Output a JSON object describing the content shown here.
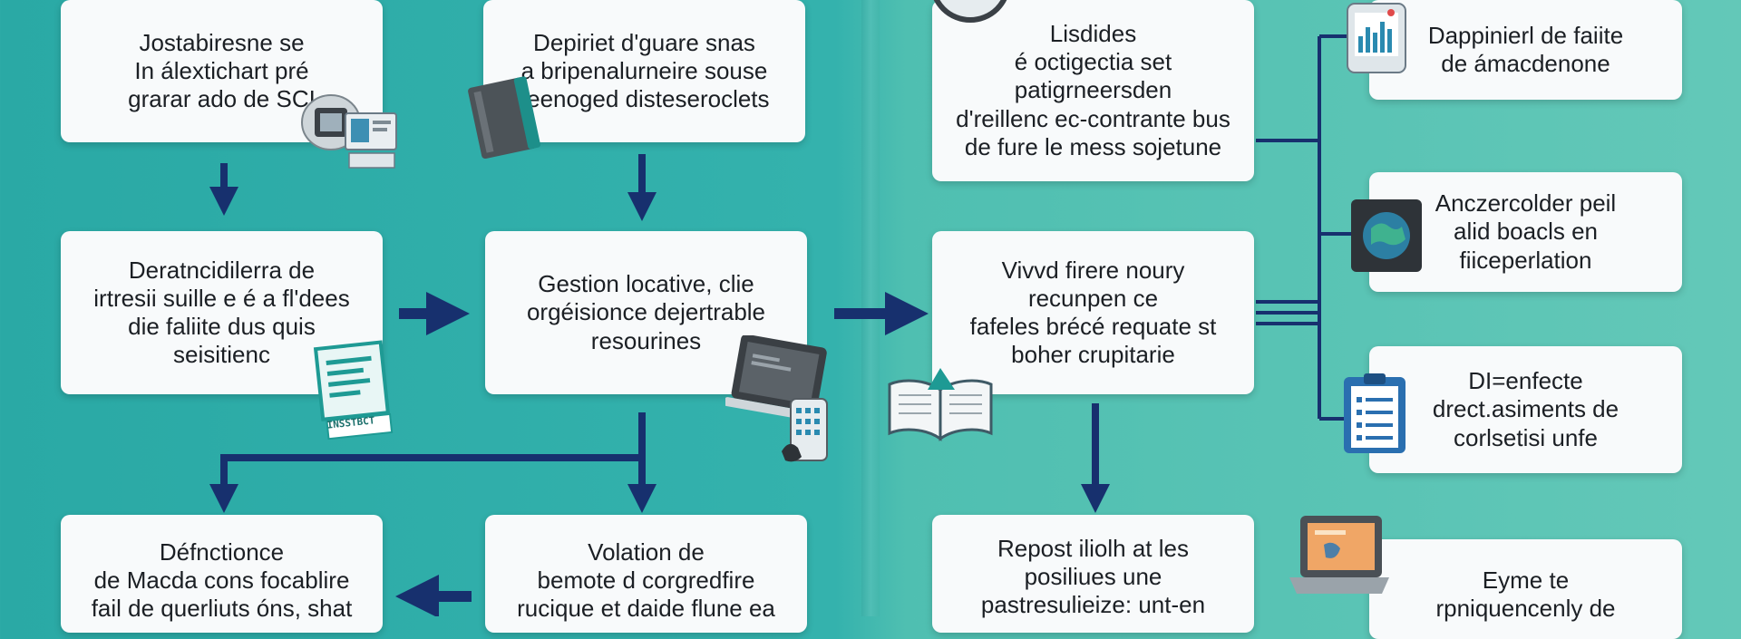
{
  "boxes": {
    "b1": [
      "Jostabiresne se",
      "In álextichart pré",
      "grarar ado de SCI"
    ],
    "b2": [
      "Depiriet d'guare snas",
      "a bripenalurneire souse",
      "reenoged disteseroclets"
    ],
    "b3": [
      "Lisdides",
      "é octigectia set",
      "patigrneersden",
      "d'reillenc ec-contrante bus",
      "de fure le mess sojetune"
    ],
    "b4": [
      "Dappinierl de faiite",
      "de ámacdenone"
    ],
    "b5": [
      "Deratncidilerra de",
      "irtresii suille e é a fl'dees",
      "die faliite dus quis",
      "seisitienc"
    ],
    "b6": [
      "Gestion locative, clie",
      "orgéisionce dejertrable",
      "resourines"
    ],
    "b7": [
      "Vivvd firere noury",
      "recunpen ce",
      "fafeles brécé requate st",
      "boher crupitarie"
    ],
    "b8": [
      "Anczercolder peil",
      "alid boacls en",
      "fiiceperlation"
    ],
    "b9": [
      "DI=enfecte",
      "drect.asiments de",
      "corlsetisi unfe"
    ],
    "b10": [
      "Défnctionce",
      "de Macda cons focablire",
      "fail de querliuts óns, shat"
    ],
    "b11": [
      "Volation de",
      "bemote d corgredfire",
      "rucique et daide flune ea"
    ],
    "b12": [
      "Repost iliolh at les",
      "posiliues une",
      "pastresulieize: unt-en"
    ],
    "b13": [
      "Eyme te",
      "rpniquencenly de"
    ]
  },
  "badges": {
    "doc_label": "INSSTBCT"
  },
  "colors": {
    "arrow": "#17306e",
    "box_bg": "#f8fafb",
    "text": "#1b1f24"
  }
}
